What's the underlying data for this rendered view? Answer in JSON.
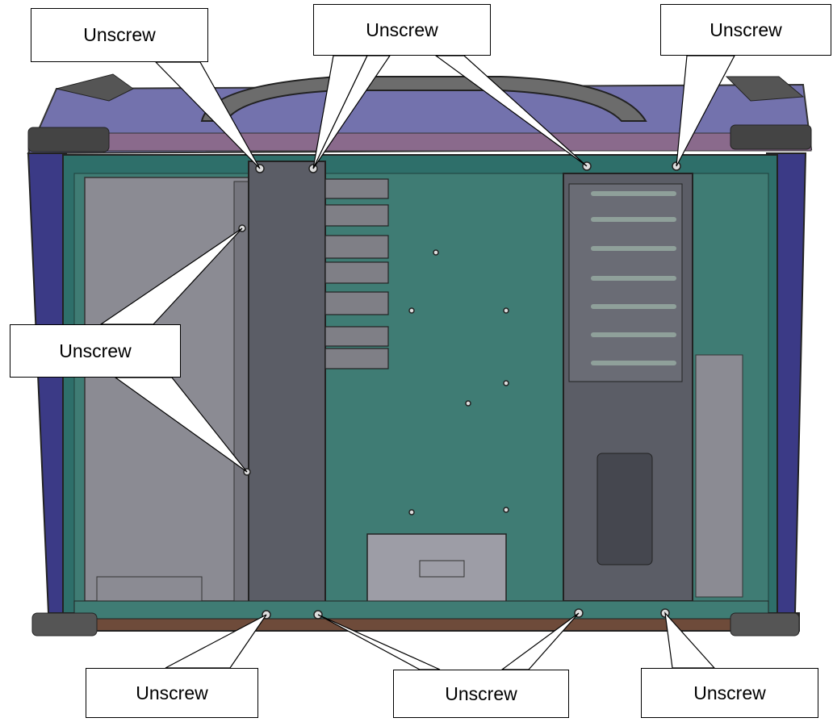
{
  "callouts": {
    "top_left": "Unscrew",
    "top_middle": "Unscrew",
    "top_right": "Unscrew",
    "middle_left": "Unscrew",
    "bottom_left": "Unscrew",
    "bottom_middle": "Unscrew",
    "bottom_right": "Unscrew"
  },
  "colors": {
    "panel_purple": "#6e6fa8",
    "panel_edge": "#3f3f6e",
    "board_green": "#3e7a72",
    "bracket_gray": "#5b5d66",
    "sheet_gray": "#8b8b93",
    "frame_teal": "#2e6f6a",
    "handle_gray": "#6c6c6c",
    "base_brown": "#6e4b3a",
    "side_blue": "#3b3a86"
  }
}
